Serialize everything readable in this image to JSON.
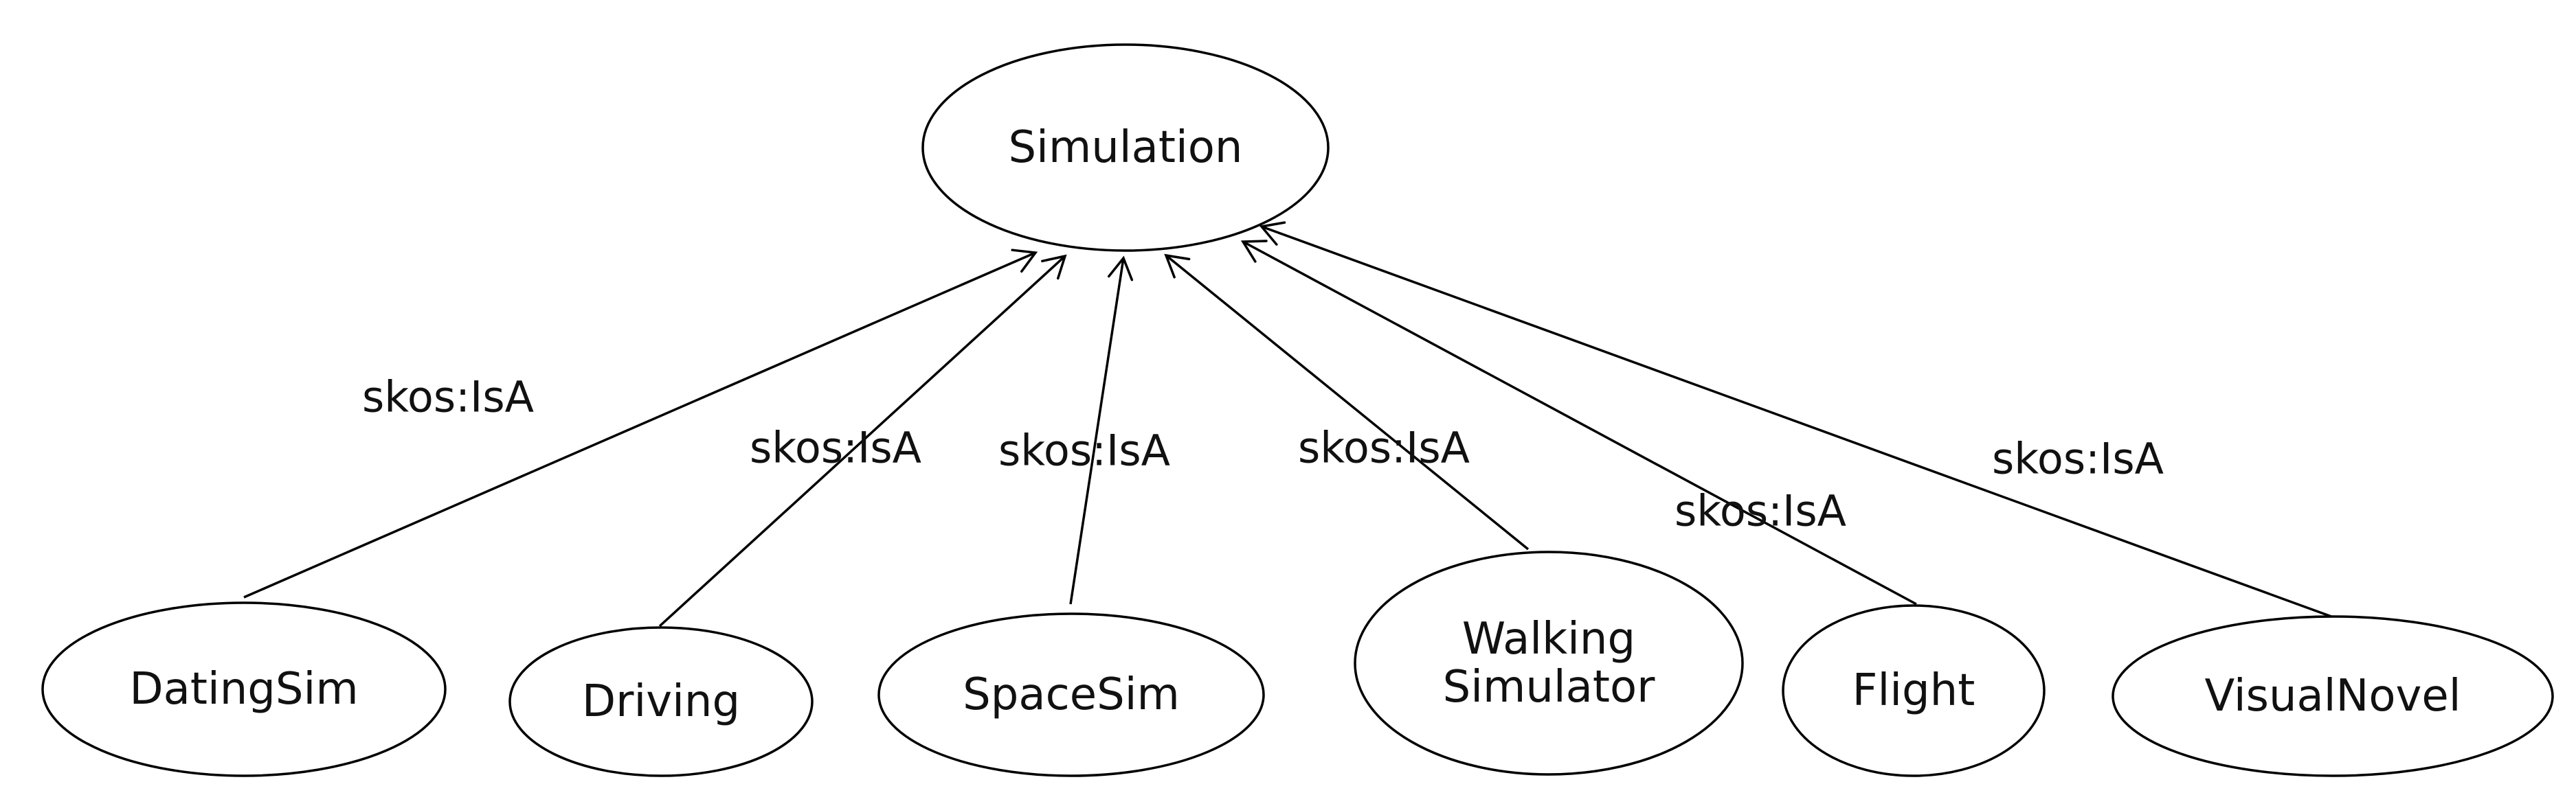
{
  "root": {
    "id": "simulation",
    "label": "Simulation"
  },
  "children": [
    {
      "id": "datingsim",
      "label": "DatingSim"
    },
    {
      "id": "driving",
      "label": "Driving"
    },
    {
      "id": "spacesim",
      "label": "SpaceSim"
    },
    {
      "id": "walking-simulator",
      "label": "Walking\nSimulator"
    },
    {
      "id": "flight",
      "label": "Flight"
    },
    {
      "id": "visualnovel",
      "label": "VisualNovel"
    }
  ],
  "edges": [
    {
      "from": "datingsim",
      "to": "simulation",
      "label": "skos:IsA"
    },
    {
      "from": "driving",
      "to": "simulation",
      "label": "skos:IsA"
    },
    {
      "from": "spacesim",
      "to": "simulation",
      "label": "skos:IsA"
    },
    {
      "from": "walking-simulator",
      "to": "simulation",
      "label": "skos:IsA"
    },
    {
      "from": "flight",
      "to": "simulation",
      "label": "skos:IsA"
    },
    {
      "from": "visualnovel",
      "to": "simulation",
      "label": "skos:IsA"
    }
  ]
}
